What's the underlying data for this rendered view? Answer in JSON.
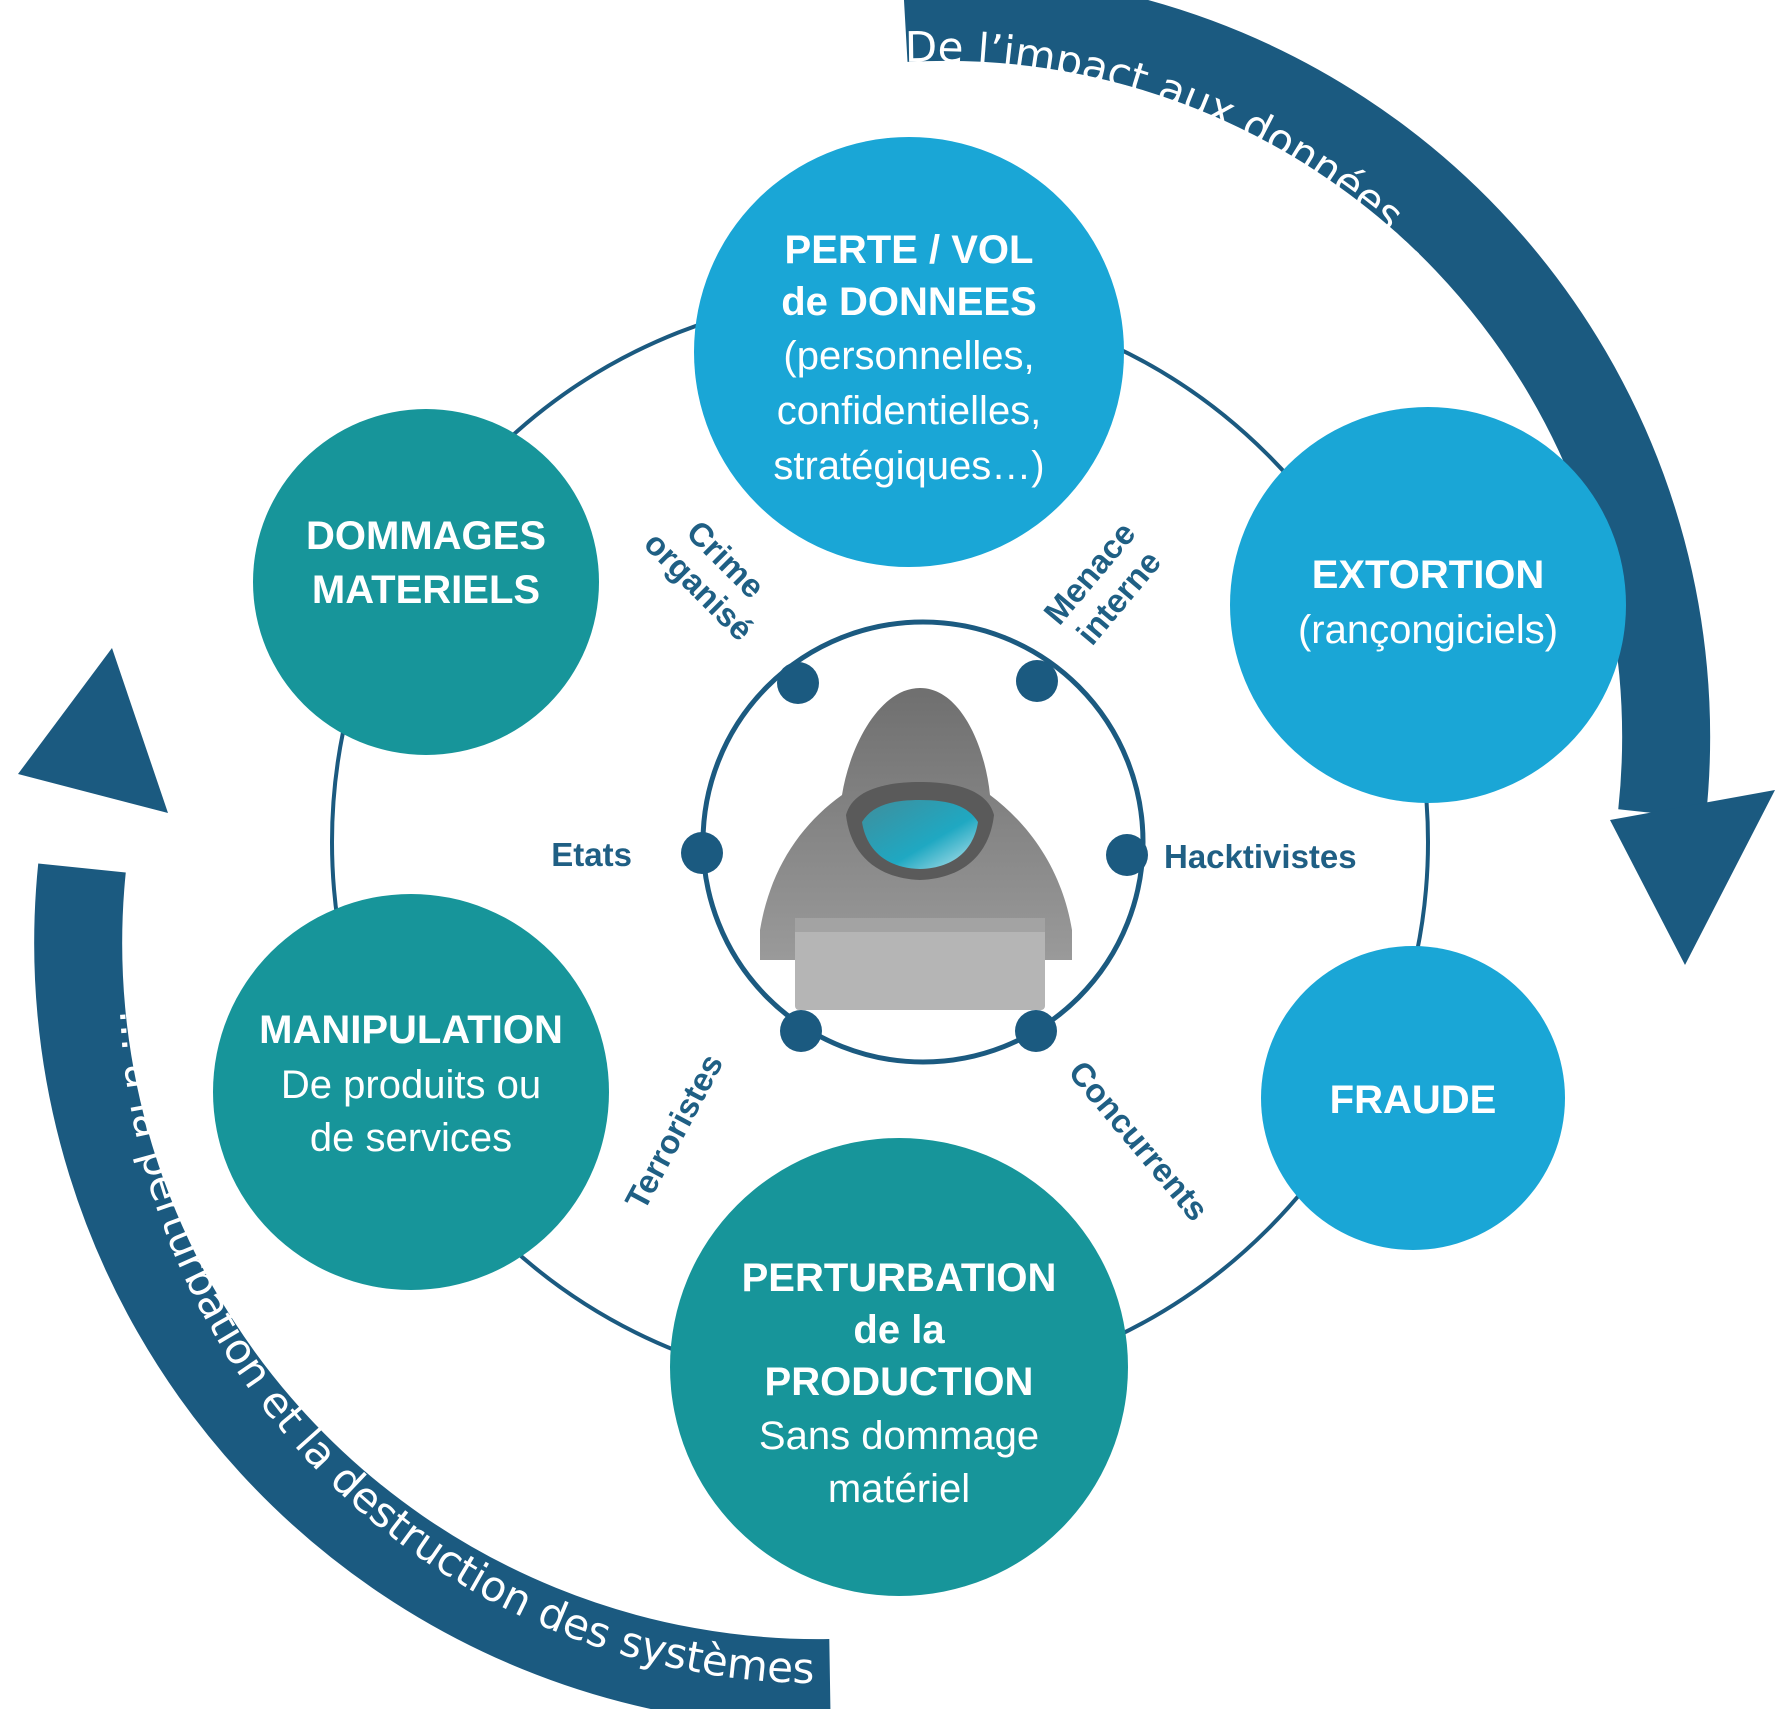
{
  "colors": {
    "light_bubble": "#1aa6d6",
    "teal_bubble": "#17959a",
    "dark_blue": "#1b5a80",
    "actor_text": "#1f5f84",
    "hood": "#8c8c8c"
  },
  "arrows": {
    "top": "De l’impact aux données…",
    "bottom": "… à la perturbation et la destruction des systèmes"
  },
  "bubbles": {
    "perte": {
      "title1": "PERTE / VOL",
      "title2": "de DONNEES",
      "line1": "(personnelles,",
      "line2": "confidentielles,",
      "line3": "stratégiques…)"
    },
    "extortion": {
      "title": "EXTORTION",
      "line1": "(rançongiciels)"
    },
    "fraude": {
      "title": "FRAUDE"
    },
    "perturbation": {
      "title1": "PERTURBATION",
      "title2": "de la",
      "title3": "PRODUCTION",
      "line1": "Sans dommage",
      "line2": "matériel"
    },
    "manipulation": {
      "title": "MANIPULATION",
      "line1": "De produits ou",
      "line2": "de services"
    },
    "dommages": {
      "title1": "DOMMAGES",
      "title2": "MATERIELS"
    }
  },
  "actors": {
    "crime1": "Crime",
    "crime2": "organisé",
    "menace1": "Menace",
    "menace2": "interne",
    "etats": "Etats",
    "hacktivistes": "Hacktivistes",
    "terroristes": "Terroristes",
    "concurrents": "Concurrents"
  },
  "center_icon": "hooded-hacker-icon"
}
